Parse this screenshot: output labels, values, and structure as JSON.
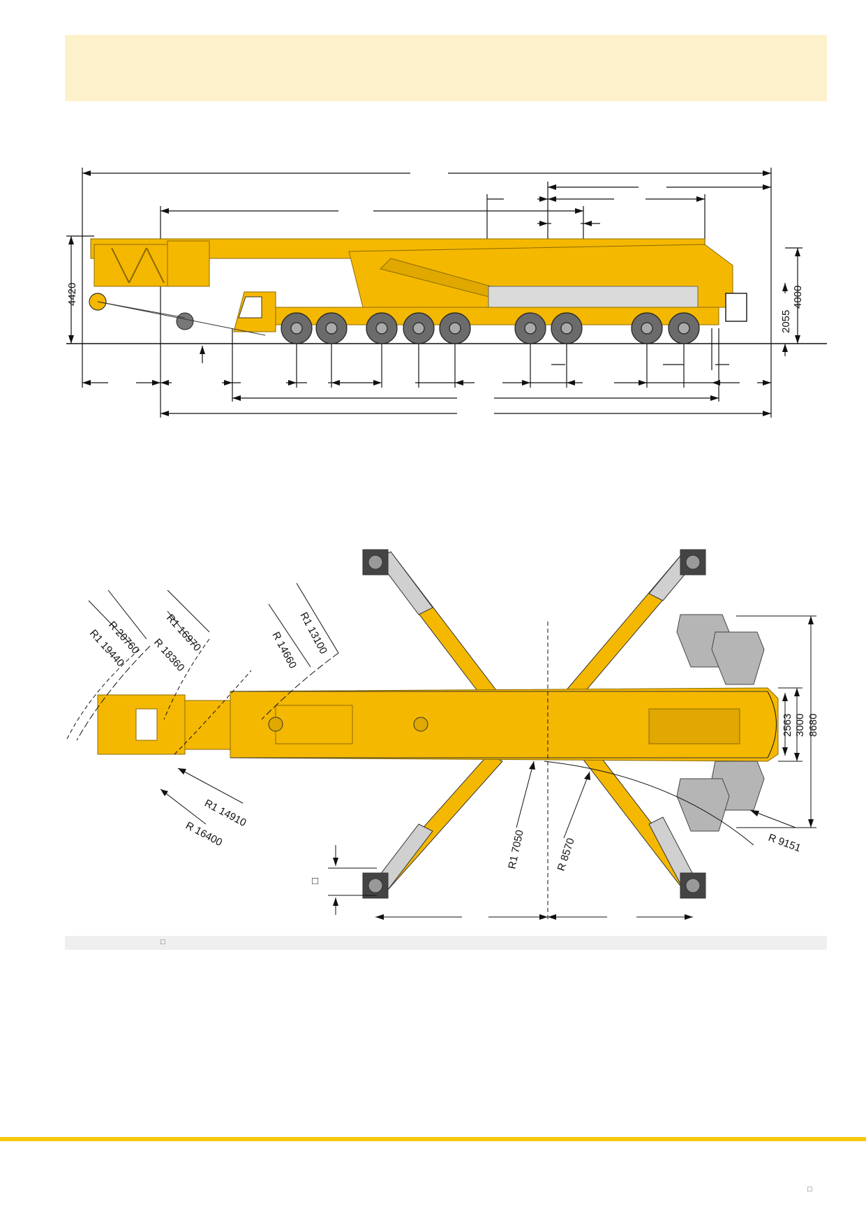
{
  "side_view": {
    "left_dims": [
      {
        "label": "4420"
      }
    ],
    "right_dims": [
      {
        "label": "2055"
      },
      {
        "label": "4000"
      }
    ]
  },
  "top_view": {
    "radii_front": [
      {
        "label": "R 20760"
      },
      {
        "label": "R1 19440"
      },
      {
        "label": "R1 16970"
      },
      {
        "label": "R 18360"
      },
      {
        "label": "R1 13100"
      },
      {
        "label": "R 14660"
      }
    ],
    "radii_rear": [
      {
        "label": "R1 14910"
      },
      {
        "label": "R 16400"
      }
    ],
    "radii_center": [
      {
        "label": "R1 7050"
      },
      {
        "label": "R 8570"
      },
      {
        "label": "R 9151"
      }
    ],
    "width_dims": [
      {
        "label": "2563"
      },
      {
        "label": "3000"
      },
      {
        "label": "8680"
      }
    ],
    "marker_glyph": "□"
  },
  "caption": {
    "glyph": "□"
  },
  "footer": {
    "page_glyph": "□"
  },
  "colors": {
    "crane_yellow": "#f5b800",
    "crane_dark": "#caa000",
    "banner": "#fdf1cc",
    "footer_line": "#f7c80d",
    "ballast_grey": "#b5b5b5",
    "tyre_grey": "#6b6b6b"
  }
}
